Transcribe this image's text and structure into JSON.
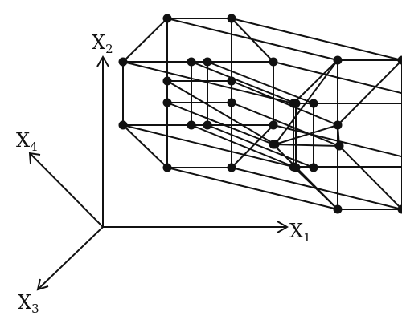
{
  "axes": {
    "x1": {
      "letter": "X",
      "sub": "1"
    },
    "x2": {
      "letter": "X",
      "sub": "2"
    },
    "x3": {
      "letter": "X",
      "sub": "3"
    },
    "x4": {
      "letter": "X",
      "sub": "4"
    }
  },
  "colors": {
    "line": "#111111",
    "node": "#111111",
    "background": "#ffffff"
  }
}
